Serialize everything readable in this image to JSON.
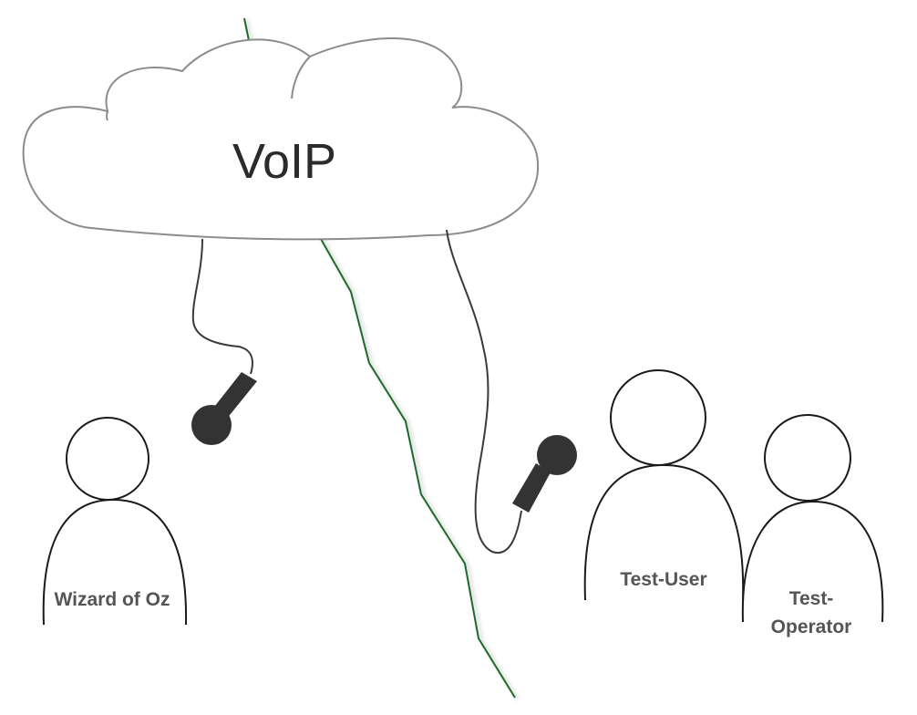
{
  "cloud": {
    "label": "VoIP"
  },
  "people": {
    "wizard": {
      "label": "Wizard of Oz"
    },
    "test_user": {
      "label": "Test-User"
    },
    "test_operator": {
      "label_line1": "Test-",
      "label_line2": "Operator"
    }
  },
  "colors": {
    "outline": "#8c8c8c",
    "person_outline": "#1a1a1a",
    "cable": "#3a3a3a",
    "microphone": "#333333",
    "separator": "#1f6b2a",
    "label": "#555555"
  },
  "icons": {
    "cloud": "cloud-icon",
    "microphone": "microphone-icon",
    "person": "person-icon"
  }
}
